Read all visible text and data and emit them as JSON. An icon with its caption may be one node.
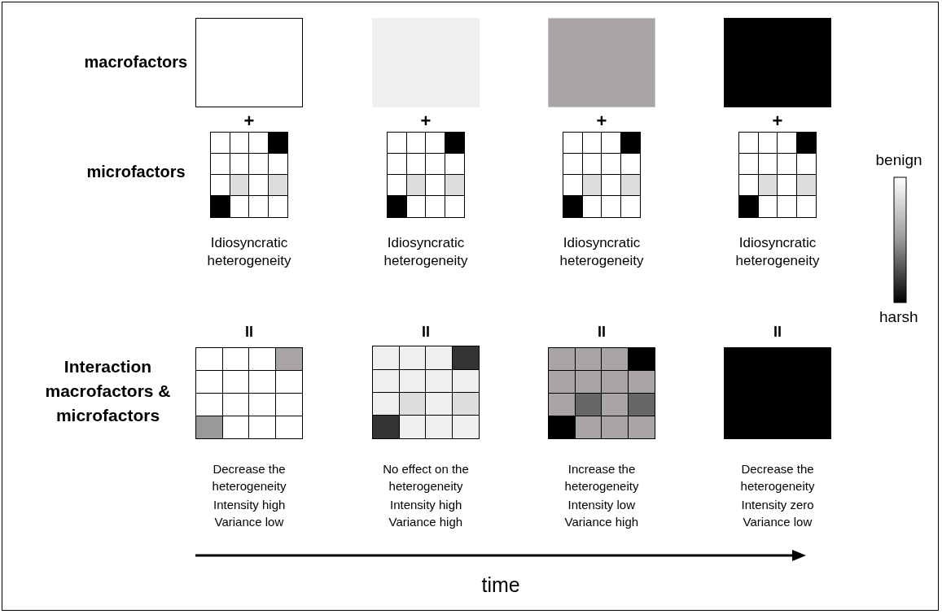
{
  "diagram": {
    "labels": [
      "macrofactors",
      "+",
      "+",
      "+",
      "+",
      "benign",
      "microfactors",
      "Idiosyncratic heterogeneity",
      "Idiosyncratic heterogeneity",
      "Idiosyncratic heterogeneity",
      "Idiosyncratic heterogeneity",
      "II",
      "II",
      "II",
      "II",
      "harsh",
      "Interaction macrofactors & microfactors",
      "Decrease the heterogeneity",
      "Intensity high",
      "Variance low",
      "No effect on the heterogeneity",
      "Intensity high",
      "Variance high",
      "Increase the heterogeneity",
      "Intensity low",
      "Variance high",
      "Decrease the heterogeneity",
      "Intensity zero",
      "Variance low",
      "time"
    ]
  }
}
